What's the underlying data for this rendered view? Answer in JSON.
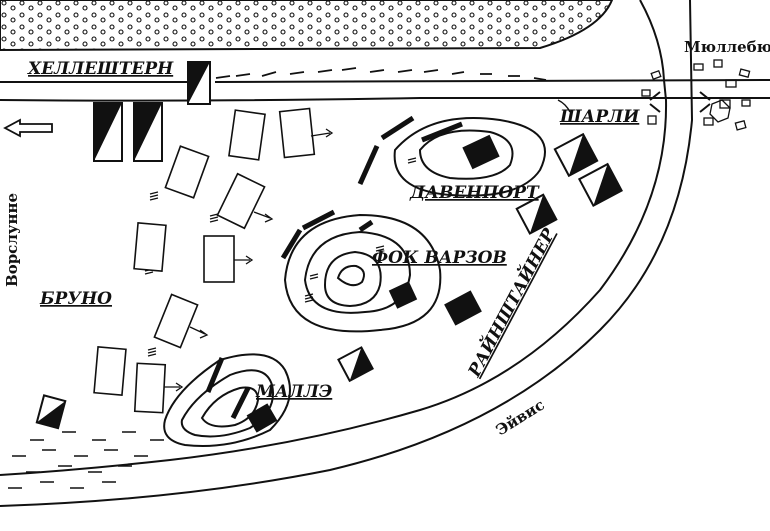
{
  "labels": {
    "hellshtern": "ХЕЛЛЕШТЕРН",
    "sharli": "ШАРЛИ",
    "davenport": "ДАВЕНПОРТ",
    "fok_varzov": "ФОК ВАРЗОВ",
    "bruno": "БРУНО",
    "rainshtainer": "РАЙНШТАЙНЕР",
    "malle": "МАЛЛЭ",
    "myullebyu": "Мюллебю",
    "vorslunne": "Ворслунне",
    "eyvis": "Эйвис"
  },
  "colors": {
    "ink": "#111111",
    "paper": "#ffffff"
  },
  "icons": {
    "exit_arrow": "left-arrow-icon",
    "forest": "forest-dots-pattern",
    "marsh": "marsh-dashes-pattern",
    "village": "village-buildings"
  }
}
